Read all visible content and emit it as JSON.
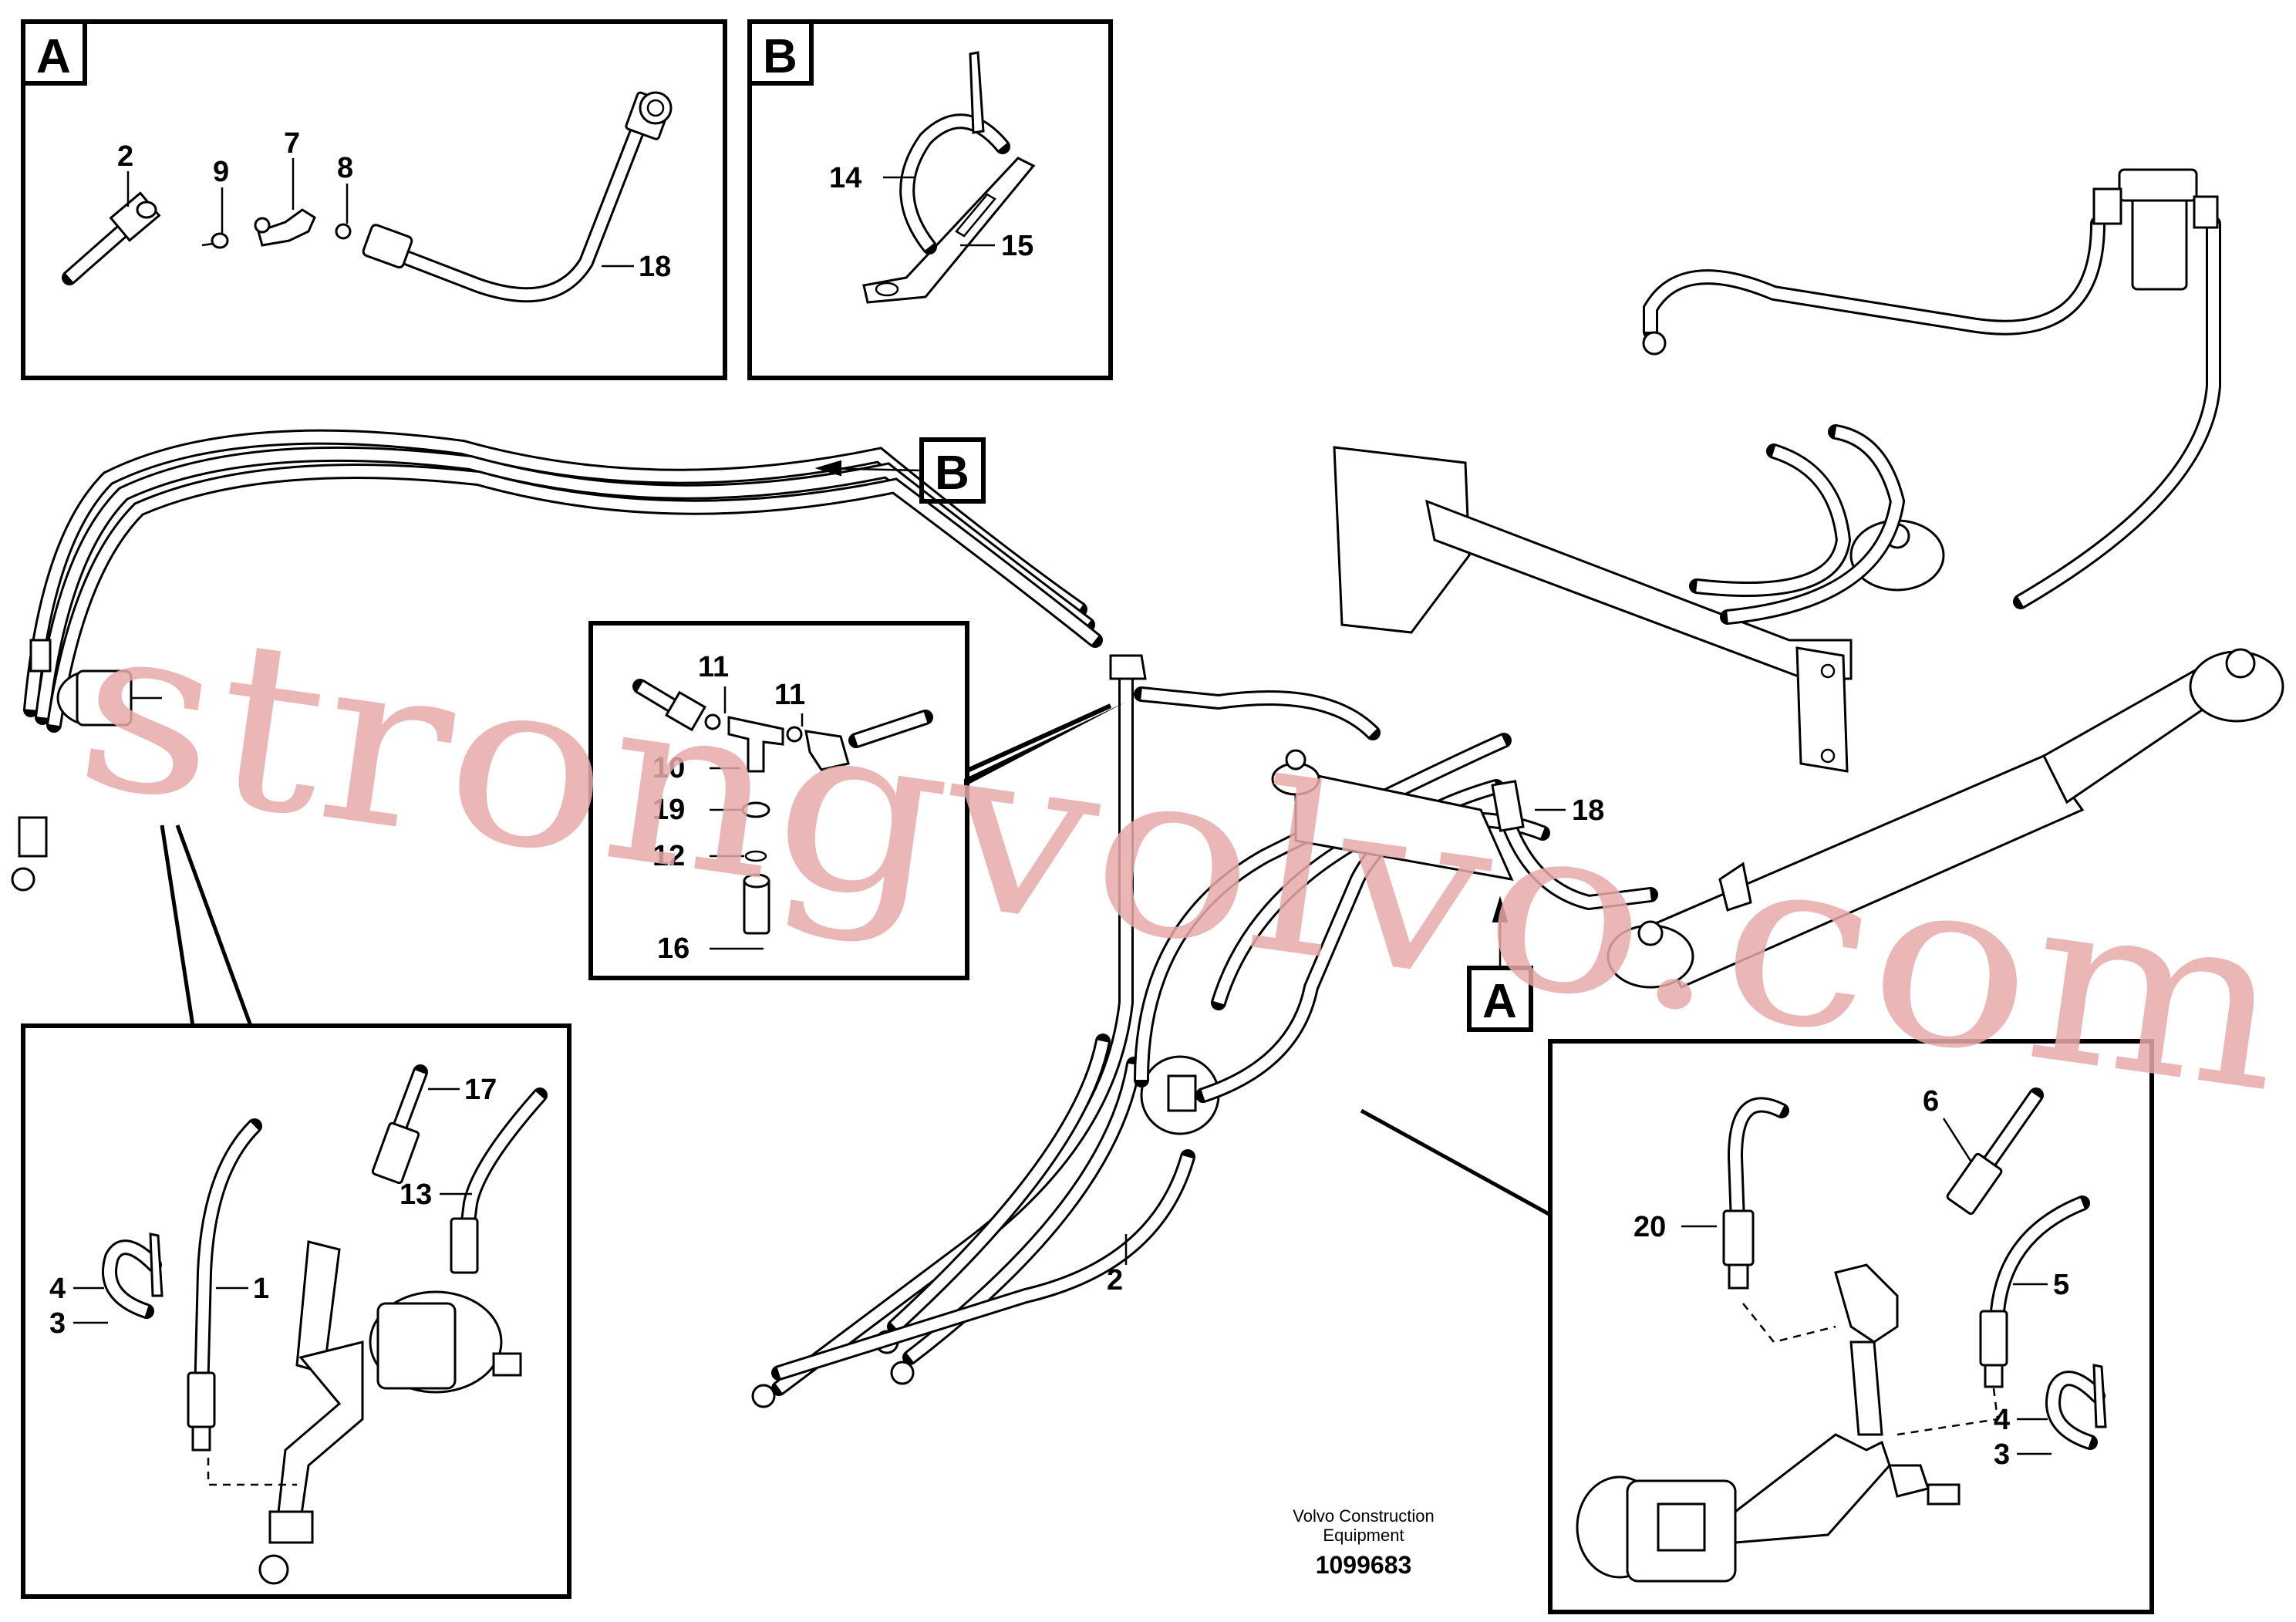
{
  "detail_boxes": {
    "A": {
      "letter": "A",
      "items": [
        "2",
        "9",
        "7",
        "8",
        "18"
      ]
    },
    "B": {
      "letter": "B",
      "items": [
        "14",
        "15"
      ]
    }
  },
  "main_callouts": {
    "B": "B",
    "A": "A",
    "item_18": "18",
    "item_2": "2"
  },
  "tee_detail": {
    "items": [
      "11",
      "11",
      "10",
      "19",
      "12",
      "16"
    ]
  },
  "left_detail": {
    "items": [
      "17",
      "13",
      "4",
      "3",
      "1"
    ]
  },
  "right_detail": {
    "items": [
      "6",
      "20",
      "5",
      "4",
      "3"
    ]
  },
  "footer": {
    "company_line1": "Volvo Construction",
    "company_line2": "Equipment",
    "drawing_number": "1099683"
  },
  "watermark": "strongvolvo.com",
  "colors": {
    "line": "#000000",
    "watermark": "#e8a9a9",
    "background": "#ffffff"
  }
}
